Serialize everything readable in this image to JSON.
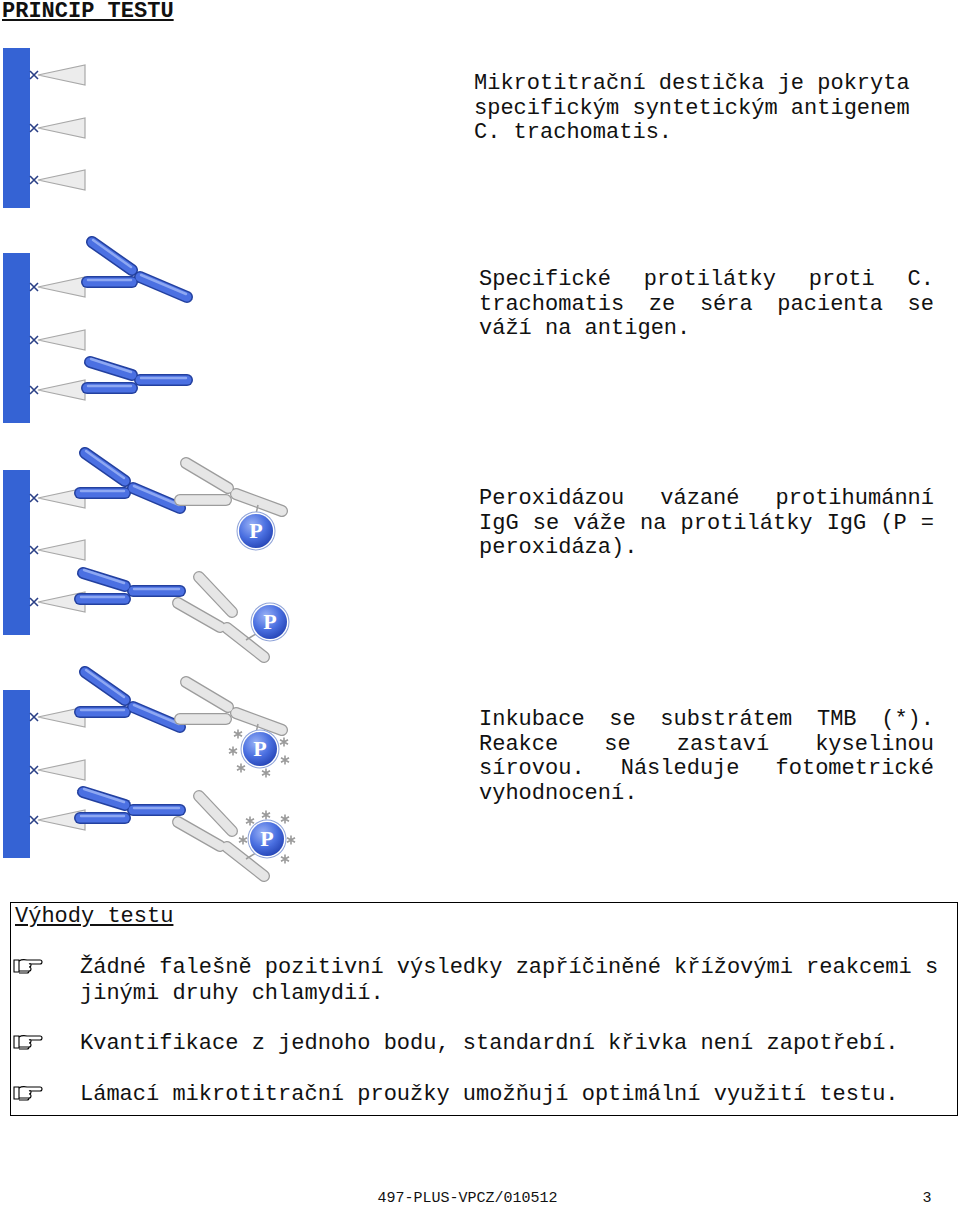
{
  "diagram": {
    "title": "PRINCIP TESTU",
    "nodes": [
      {
        "text": [
          "P"
        ]
      },
      {
        "text": [
          "P"
        ]
      },
      {
        "text": [
          "P"
        ]
      },
      {
        "text": [
          "P"
        ]
      },
      {
        "text": [
          "Výhody testu",
          "Žádné falešně pozitivní výsledky zapříčiněné křížovými reakcemi s jinými druhy chlamydií.",
          "Kvantifikace z jednoho bodu, standardní křivka není zapotřebí.",
          "Lámací mikrotitrační proužky umožňují optimální využití testu."
        ]
      }
    ],
    "labels": [
      "Mikrotitrační destička je pokryta specifickým syntetickým antigenem C. trachomatis.",
      "Specifické protilátky proti C. trachomatis ze séra pacienta se váží na antigen.",
      "Peroxidázou vázané protihumánní IgG se váže na protilátky IgG (P = peroxidáza).",
      "Inkubace se substrátem TMB (*). Reakce se zastaví kyselinou sírovou. Následuje fotometrické vyhodnocení.",
      "497-PLUS-VPCZ/010512",
      "3"
    ]
  }
}
